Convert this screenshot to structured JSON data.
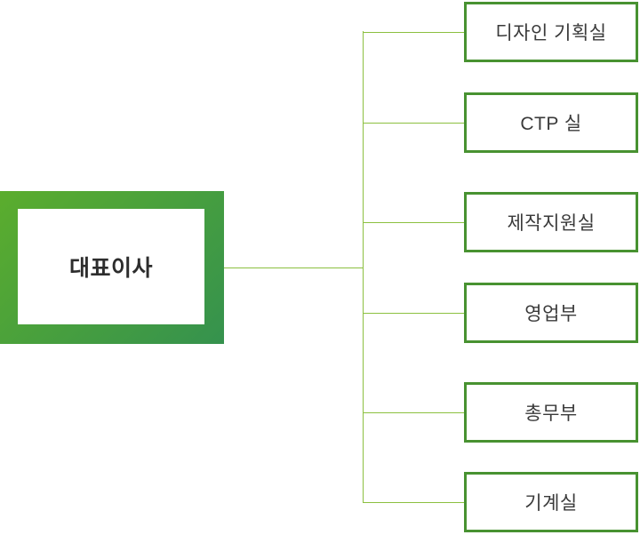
{
  "org_chart": {
    "type": "organization-chart",
    "root": {
      "label": "대표이사"
    },
    "departments": [
      {
        "label": "디자인 기획실"
      },
      {
        "label": "CTP 실"
      },
      {
        "label": "제작지원실"
      },
      {
        "label": "영업부"
      },
      {
        "label": "총무부"
      },
      {
        "label": "기계실"
      }
    ],
    "colors": {
      "root_gradient_start": "#5BAD2D",
      "root_gradient_end": "#35924E",
      "department_border": "#489231",
      "connector_line": "#8CC040",
      "root_text": "#2D2D2D",
      "department_text": "#3A3A3A",
      "background": "#FFFFFF"
    }
  }
}
